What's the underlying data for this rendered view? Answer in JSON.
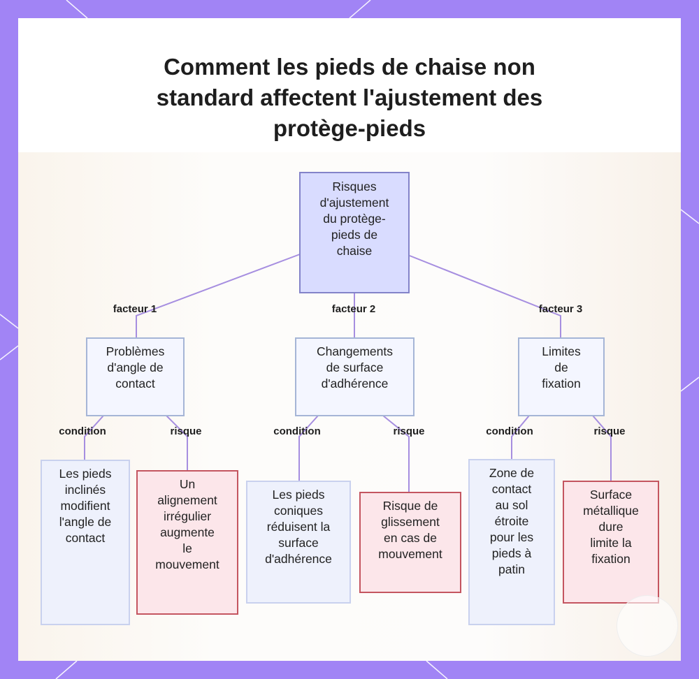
{
  "title": {
    "lines": [
      "Comment les pieds de chaise non",
      "standard affectent l'ajustement des",
      "protège-pieds"
    ]
  },
  "root": {
    "lines": [
      "Risques",
      "d'ajustement",
      "du protège-",
      "pieds de",
      "chaise"
    ]
  },
  "factors": [
    {
      "edge_label": "facteur 1",
      "lines": [
        "Problèmes",
        "d'angle de",
        "contact"
      ]
    },
    {
      "edge_label": "facteur 2",
      "lines": [
        "Changements",
        "de surface",
        "d'adhérence"
      ]
    },
    {
      "edge_label": "facteur 3",
      "lines": [
        "Limites",
        "de",
        "fixation"
      ]
    }
  ],
  "leaves": [
    {
      "edge_label": "condition",
      "kind": "condition",
      "lines": [
        "Les pieds",
        "inclinés",
        "modifient",
        "l'angle de",
        "contact"
      ]
    },
    {
      "edge_label": "risque",
      "kind": "risk",
      "lines": [
        "Un",
        "alignement",
        "irrégulier",
        "augmente",
        "le",
        "mouvement"
      ]
    },
    {
      "edge_label": "condition",
      "kind": "condition",
      "lines": [
        "Les pieds",
        "coniques",
        "réduisent la",
        "surface",
        "d'adhérence"
      ]
    },
    {
      "edge_label": "risque",
      "kind": "risk",
      "lines": [
        "Risque de",
        "glissement",
        "en cas de",
        "mouvement"
      ]
    },
    {
      "edge_label": "condition",
      "kind": "condition",
      "lines": [
        "Zone de",
        "contact",
        "au sol",
        "étroite",
        "pour les",
        "pieds à",
        "patin"
      ]
    },
    {
      "edge_label": "risque",
      "kind": "risk",
      "lines": [
        "Surface",
        "métallique",
        "dure",
        "limite la",
        "fixation"
      ]
    }
  ],
  "colors": {
    "background": "#a184f5",
    "edge_line": "#a68ee0",
    "root_fill": "#d9dcff",
    "factor_fill": "#f4f6ff",
    "condition_fill": "#eef1fc",
    "risk_fill": "#fce6ea",
    "risk_border": "#c45560"
  }
}
